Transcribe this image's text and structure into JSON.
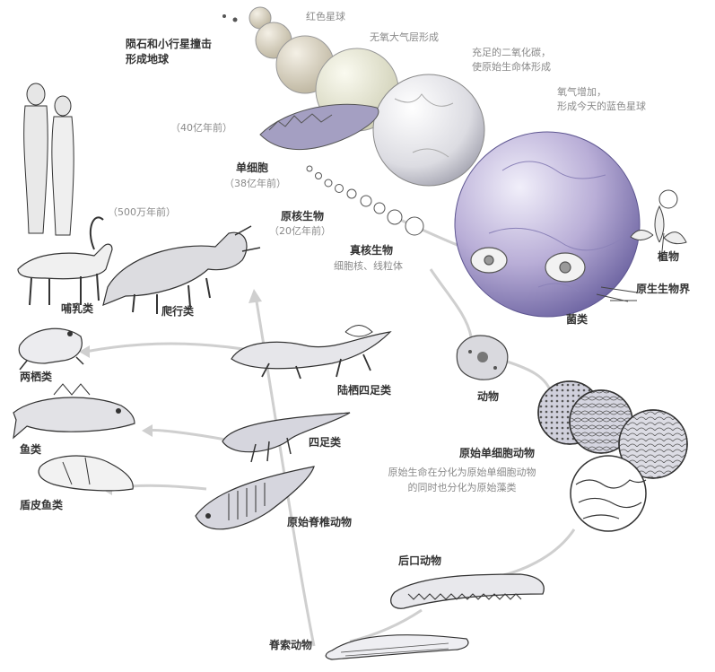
{
  "labels": {
    "red_planet": "红色星球",
    "no_oxygen": "无氧大气层形成",
    "co2_line1": "充足的二氧化碳，",
    "co2_line2": "使原始生命体形成",
    "oxygen_line1": "氧气增加，",
    "oxygen_line2": "形成今天的蓝色星球",
    "meteor_line1": "陨石和小行星撞击",
    "meteor_line2": "形成地球",
    "age_4b": "（40亿年前）",
    "single_cell": "单细胞",
    "age_38": "（38亿年前）",
    "prokaryote": "原核生物",
    "age_20": "（20亿年前）",
    "eukaryote": "真核生物",
    "eukaryote_sub": "细胞核、线粒体",
    "plants": "植物",
    "protist": "原生生物界",
    "fungi": "菌类",
    "animals": "动物",
    "age_5m": "（500万年前）",
    "mammals": "哺乳类",
    "reptiles": "爬行类",
    "amphibians": "两栖类",
    "amphibian_tetrapods": "陆栖四足类",
    "fish": "鱼类",
    "tetrapods": "四足类",
    "placoderms": "盾皮鱼类",
    "primitive_vertebrates": "原始脊椎动物",
    "primitive_unicellular": "原始单细胞动物",
    "divergence_line1": "原始生命在分化为原始单细胞动物",
    "divergence_line2": "的同时也分化为原始藻类",
    "deuterostomes": "后口动物",
    "chordates": "脊索动物"
  },
  "colors": {
    "planet_red": "#d9d2c0",
    "planet_pale": "#e3e3cf",
    "planet_grey": "#d8d8dc",
    "planet_blue": "#a79bc6",
    "stroke": "#444444",
    "arrow": "#c9c9c9"
  }
}
